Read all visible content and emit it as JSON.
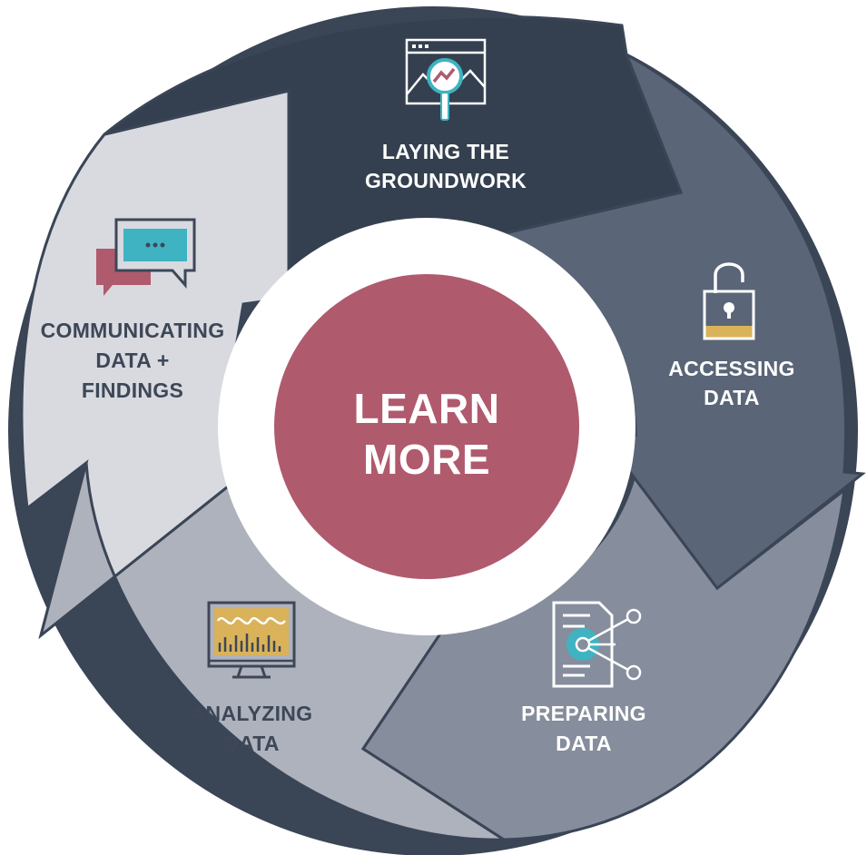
{
  "center": {
    "line1": "LEARN",
    "line2": "MORE",
    "color": "#b05a6e"
  },
  "stages": [
    {
      "id": "laying-the-groundwork",
      "line1": "LAYING THE",
      "line2": "GROUNDWORK",
      "color": "#34404f",
      "text_color": "#ffffff",
      "icon": "analytics-magnifier-icon"
    },
    {
      "id": "accessing-data",
      "line1": "ACCESSING",
      "line2": "DATA",
      "color": "#5a6577",
      "text_color": "#ffffff",
      "icon": "open-padlock-icon"
    },
    {
      "id": "preparing-data",
      "line1": "PREPARING",
      "line2": "DATA",
      "color": "#868d9c",
      "text_color": "#ffffff",
      "icon": "document-network-icon"
    },
    {
      "id": "analyzing-data",
      "line1": "ANALYZING",
      "line2": "DATA",
      "color": "#aeb2bd",
      "text_color": "#3d4757",
      "icon": "monitor-chart-icon"
    },
    {
      "id": "communicating-data-findings",
      "line1": "COMMUNICATING",
      "line2": "DATA +",
      "line3": "FINDINGS",
      "color": "#d8dae0",
      "text_color": "#3d4757",
      "icon": "chat-bubbles-icon"
    }
  ],
  "accent_colors": {
    "teal": "#3fb3c2",
    "gold": "#d9b25a",
    "rose": "#b05a6e"
  }
}
